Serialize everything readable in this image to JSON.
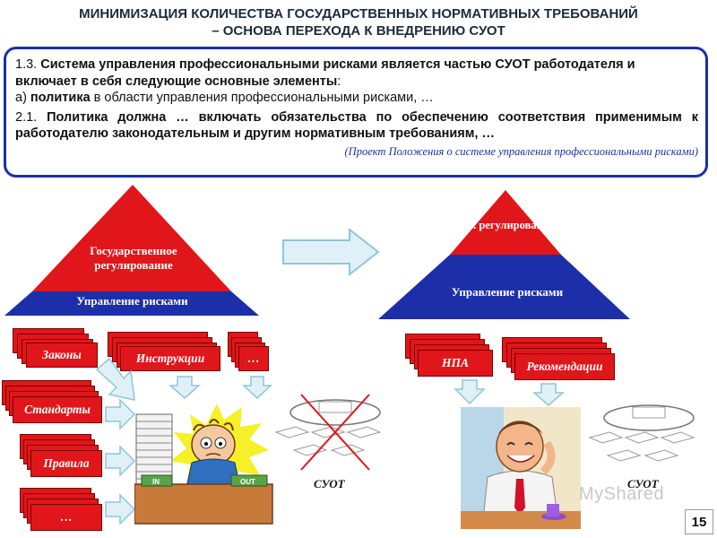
{
  "title": {
    "line1": "МИНИМИЗАЦИЯ КОЛИЧЕСТВА ГОСУДАРСТВЕННЫХ НОРМАТИВНЫХ ТРЕБОВАНИЙ",
    "line2": "– ОСНОВА ПЕРЕХОДА К ВНЕДРЕНИЮ СУОТ"
  },
  "info": {
    "p1_prefix": "1.3. ",
    "p1_bold": "Система управления профессиональными рисками является частью СУОТ работодателя и включает в себя следующие основные элементы",
    "p1_suffix": ":",
    "p2_prefix": "а) ",
    "p2_bold": "политика",
    "p2_suffix": " в области управления профессиональными рисками, …",
    "p3_prefix": "2.1. ",
    "p3_bold": "Политика должна … включать обязательства по обеспечению соответствия применимым к работодателю законодательным и другим нормативным требованиям, …",
    "source": "(Проект Положения о системе управления профессиональными рисками)"
  },
  "left_pyramid": {
    "top_label": "Государственное регулирование",
    "bottom_label": "Управление рисками"
  },
  "right_pyramid": {
    "top_label": "Гос. регулирование",
    "bottom_label": "Управление рисками"
  },
  "left_cards": {
    "laws": "Законы",
    "instructions": "Инструкции",
    "more_top": "…",
    "standards": "Стандарты",
    "rules": "Правила",
    "more_bottom": "…"
  },
  "right_cards": {
    "npa": "НПА",
    "recommendations": "Рекомендации"
  },
  "tray_labels": {
    "in": "IN",
    "out": "OUT"
  },
  "suot_left": "СУОТ",
  "suot_right": "СУОТ",
  "watermark": "MyShared",
  "page_number": "15",
  "colors": {
    "red": "#e0161a",
    "blue": "#1c2fa8",
    "arrow_fill": "#dff1f7",
    "arrow_stroke": "#8fc6d8"
  }
}
